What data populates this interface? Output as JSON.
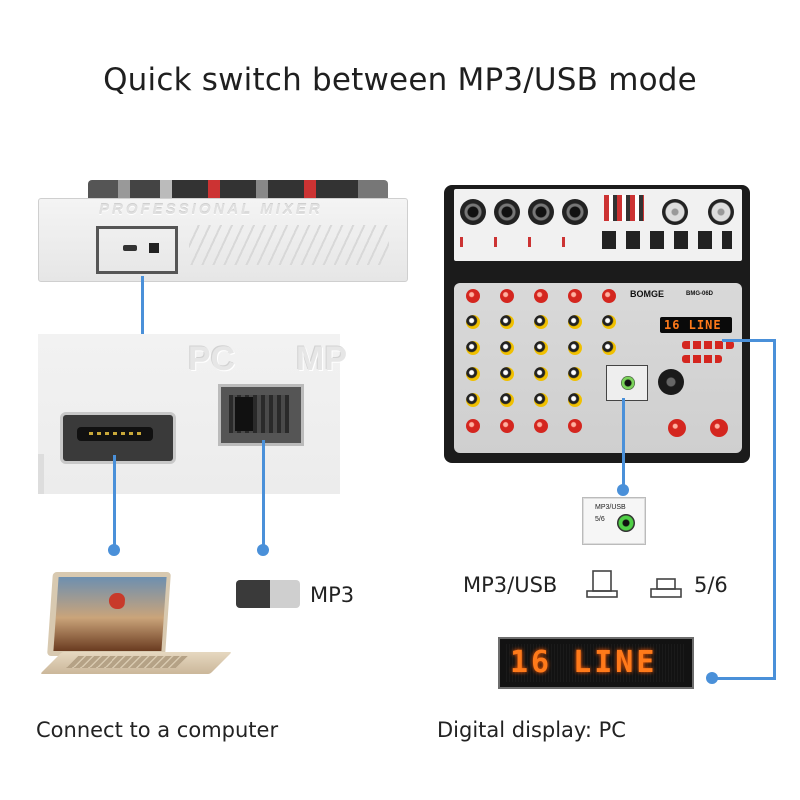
{
  "title": "Quick switch between MP3/USB mode",
  "left_panel": {
    "mixer_top_label": "PROFESSIONAL MIXER",
    "zoom_label_pc": "PC",
    "zoom_label_mp": "MP",
    "switch_label": "MP3",
    "caption": "Connect to a computer"
  },
  "right_panel": {
    "brand": "BOMGE",
    "model": "BMG-06D",
    "display_text": "16 LINE",
    "switch_panel_label_1": "MP3/USB",
    "switch_panel_label_2": "5/6",
    "mode_label_left": "MP3/USB",
    "mode_label_right": "5/6",
    "big_display_text": "16 LINE",
    "caption": "Digital display: PC"
  },
  "colors": {
    "accent": "#4a90d9",
    "display_orange": "#ff7a1a",
    "knob_red": "#d4261f"
  }
}
